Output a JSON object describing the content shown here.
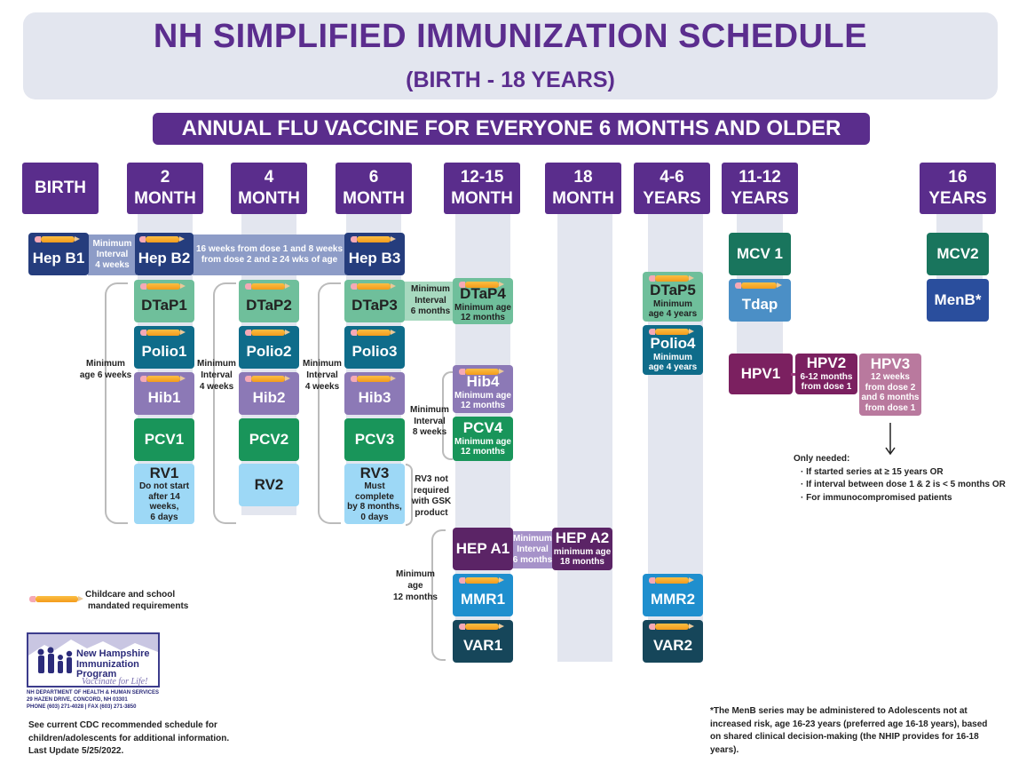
{
  "header": {
    "title": "NH SIMPLIFIED IMMUNIZATION SCHEDULE",
    "subtitle": "(BIRTH - 18 YEARS)"
  },
  "flu_banner": "ANNUAL FLU VACCINE FOR EVERYONE 6 MONTHS AND OLDER",
  "ages": {
    "birth": [
      "BIRTH"
    ],
    "m2": [
      "2",
      "MONTH"
    ],
    "m4": [
      "4",
      "MONTH"
    ],
    "m6": [
      "6",
      "MONTH"
    ],
    "m12": [
      "12-15",
      "MONTH"
    ],
    "m18": [
      "18",
      "MONTH"
    ],
    "y4": [
      "4-6",
      "YEARS"
    ],
    "y11": [
      "11-12",
      "YEARS"
    ],
    "y16": [
      "16",
      "YEARS"
    ]
  },
  "hepb": {
    "b1": "Hep B1",
    "b2": "Hep B2",
    "b3": "Hep B3",
    "int1": [
      "Minimum",
      "Interval",
      "4 weeks"
    ],
    "int2": [
      "16 weeks from dose 1 and 8 weeks",
      "from dose 2 and ≥ 24 wks of age"
    ]
  },
  "vaccines": {
    "dtap1": "DTaP1",
    "dtap2": "DTaP2",
    "dtap3": "DTaP3",
    "dtap4": "DTaP4",
    "dtap4_sub": [
      "Minimum age",
      "12 months"
    ],
    "dtap5": "DTaP5",
    "dtap5_sub": [
      "Minimum",
      "age 4 years"
    ],
    "polio1": "Polio1",
    "polio2": "Polio2",
    "polio3": "Polio3",
    "polio4": "Polio4",
    "polio4_sub": [
      "Minimum",
      "age 4 years"
    ],
    "hib1": "Hib1",
    "hib2": "Hib2",
    "hib3": "Hib3",
    "hib4": "Hib4",
    "hib4_sub": [
      "Minimum age",
      "12 months"
    ],
    "pcv1": "PCV1",
    "pcv2": "PCV2",
    "pcv3": "PCV3",
    "pcv4": "PCV4",
    "pcv4_sub": [
      "Minimum age",
      "12 months"
    ],
    "rv1": "RV1",
    "rv1_sub": [
      "Do not start",
      "after 14 weeks,",
      "6 days"
    ],
    "rv2": "RV2",
    "rv3": "RV3",
    "rv3_sub": [
      "Must complete",
      "by 8 months,",
      "0 days"
    ],
    "hepa1": "HEP A1",
    "hepa2": "HEP A2",
    "hepa2_sub": [
      "minimum age",
      "18 months"
    ],
    "hepa_int": [
      "Minimum",
      "Interval",
      "6 months"
    ],
    "mmr1": "MMR1",
    "mmr2": "MMR2",
    "var1": "VAR1",
    "var2": "VAR2",
    "mcv1": "MCV 1",
    "mcv2": "MCV2",
    "tdap": "Tdap",
    "menb": "MenB*",
    "hpv1": "HPV1",
    "hpv2": "HPV2",
    "hpv2_sub": [
      "6-12 months",
      "from dose 1"
    ],
    "hpv3": "HPV3",
    "hpv3_sub": [
      "12 weeks",
      "from dose 2",
      "and 6 months",
      "from dose 1"
    ]
  },
  "notes": {
    "min6wk": [
      "Minimum",
      "age 6 weeks"
    ],
    "int4a": [
      "Minimum",
      "Interval",
      "4 weeks"
    ],
    "int4b": [
      "Minimum",
      "Interval",
      "4 weeks"
    ],
    "int6m": [
      "Minimum",
      "Interval",
      "6 months"
    ],
    "int8w": [
      "Minimum",
      "Interval",
      "8 weeks"
    ],
    "rv3note": [
      "RV3 not",
      "required",
      "with GSK",
      "product"
    ],
    "min12m": [
      "Minimum age",
      "12 months"
    ],
    "hpv_only": "Only needed:",
    "hpv_list": [
      "· If started series at ≥ 15 years OR",
      "· If interval between dose 1 & 2 is < 5 months OR",
      "· For immunocompromised patients"
    ],
    "legend": [
      "Childcare and school",
      "mandated requirements"
    ]
  },
  "logo": {
    "name": [
      "New Hampshire",
      "Immunization",
      "Program"
    ],
    "tagline": "Vaccinate for Life!"
  },
  "contact": [
    "NH DEPARTMENT OF HEALTH & HUMAN SERVICES",
    "29 HAZEN DRIVE, CONCORD, NH  03301",
    "PHONE (603) 271-4028   |   FAX (603) 271-3850"
  ],
  "footer_left": [
    "See current CDC recommended schedule for",
    "children/adolescents for additional information.",
    "Last Update 5/25/2022."
  ],
  "footer_right": "*The MenB series may be administered to Adolescents not at increased risk, age 16-23 years (preferred age 16-18 years), based on shared clinical decision-making (the NHIP provides for 16-18 years).",
  "colors": {
    "purple": "#5a2d8c",
    "navy": "#253d7d",
    "teal": "#6fbf9b",
    "blue": "#0f6c8a",
    "lavender": "#8c79b6",
    "green": "#19955a",
    "lightblue": "#9dd8f6",
    "plum": "#5b2466",
    "azure": "#1f8fce",
    "darkteal": "#16465a",
    "menb": "#2a4e9d",
    "hpvmag": "#7b2060",
    "hpv3": "#b9799e"
  }
}
